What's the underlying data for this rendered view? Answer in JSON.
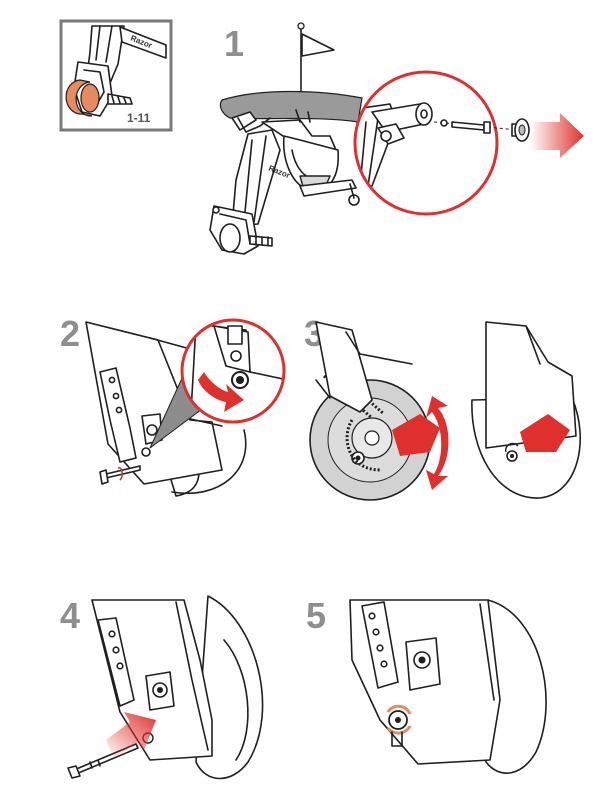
{
  "figure": {
    "steps": [
      {
        "number": "1"
      },
      {
        "number": "2"
      },
      {
        "number": "3"
      },
      {
        "number": "4"
      },
      {
        "number": "5"
      }
    ],
    "reference_label": "1-11",
    "brand_text": "Razor",
    "colors": {
      "accent_red": "#e0302d",
      "step_gray": "#8e8e8e",
      "frame_gray": "#7a7a7a",
      "zoom_cone_gray": "#9a9a9a",
      "line": "#1f1f1f"
    }
  }
}
